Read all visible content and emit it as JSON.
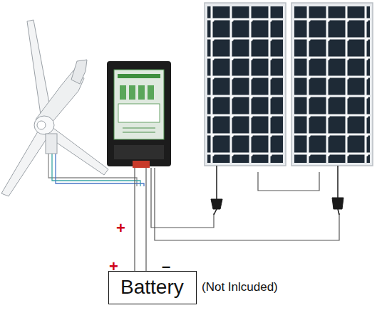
{
  "diagram": {
    "nodes": [
      {
        "text": [
          "Battery",
          "(Not Inlcuded)"
        ]
      }
    ],
    "labels": [
      "+",
      "+",
      "–"
    ]
  }
}
